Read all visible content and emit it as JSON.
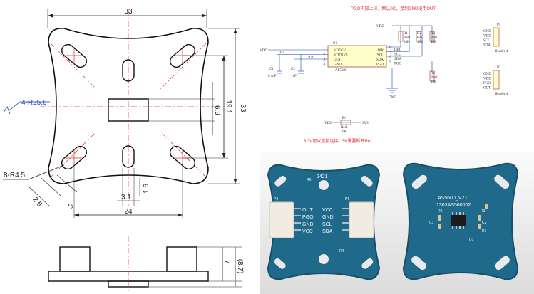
{
  "mechanical": {
    "width_top": "33",
    "height_right": "33",
    "hole_spacing_y": "19.1",
    "inner_y": "6.9",
    "corner_radius": "4-R25.6",
    "slot_radius": "8-R4.5",
    "slot_w": "2.5",
    "slot_len": "3",
    "small_w": "3.1",
    "small_h": "1.6",
    "bottom_width": "24",
    "side_height": "7",
    "side_height_total": "(8.7)"
  },
  "schematic": {
    "note_top": "PGO内部上拉，默认0C，接到GND使用OUT",
    "note_bottom": "3.3V可以直接连接，5V需要断开R6",
    "ic_ref": "U1",
    "ic_name": "AS5600",
    "ic_pins_left": [
      "VDD5V",
      "VDD3V3",
      "OUT",
      "GND"
    ],
    "ic_pins_right": [
      "DIR",
      "SCL",
      "SDA",
      "PGO"
    ],
    "ic_pin_nums_left": [
      "1",
      "2",
      "3",
      "4"
    ],
    "ic_pin_nums_right": [
      "8",
      "7",
      "6",
      "5"
    ],
    "net_left_labels": [
      "VDD",
      "3V3",
      "OUT"
    ],
    "net_right_labels": [
      "DIR",
      "SCL",
      "SDA",
      "PGO"
    ],
    "vdd": "VDD",
    "gnd": "GND",
    "c1": "C1",
    "c1_val": "0.1uF",
    "c2": "C2",
    "c2_val": "1uF",
    "r1": "R1",
    "r2": "R2",
    "r3": "R3",
    "r4": "R4",
    "r_val": "Res1",
    "r_ohm": "10K",
    "r6": "R6",
    "r6_val": "Res1",
    "r6_ohm": "0K",
    "r6_net_left": "VDD",
    "r6_net_right": "3V3",
    "header1_ref": "P1",
    "header1_name": "Header 4",
    "header1_pins": [
      "GND",
      "VDD",
      "SCL",
      "SDA"
    ],
    "header2_ref": "P2",
    "header2_name": "Header 4",
    "header2_pins": [
      "GND",
      "VDD",
      "PGO",
      "OUT"
    ]
  },
  "photo": {
    "board1_label": "2421",
    "board1_ref_p2": "P2",
    "board1_ref_p1": "P1",
    "board1_ref_r4": "R4",
    "board1_ref_r6": "R6",
    "board1_rows": [
      {
        "l": "OUT",
        "r": "VCC"
      },
      {
        "l": "PGO",
        "r": "GND"
      },
      {
        "l": "GND",
        "r": "SCL"
      },
      {
        "l": "VCC",
        "r": "SDA"
      }
    ],
    "board2_line1": "AS5600_V2.0",
    "board2_line2": "1303AS560002",
    "board2_ref_u1": "U1",
    "board2_ref_c1": "C1",
    "board2_ref_r2": "R2",
    "board2_ref_r3": "R3",
    "board2_ref_c2": "C2",
    "board2_ref_r1": "R1",
    "colors": {
      "pcb": "#1f6a8a",
      "pcb_edge": "#164f68",
      "connector": "#f1ece2",
      "chip": "#1b1b1b"
    }
  }
}
